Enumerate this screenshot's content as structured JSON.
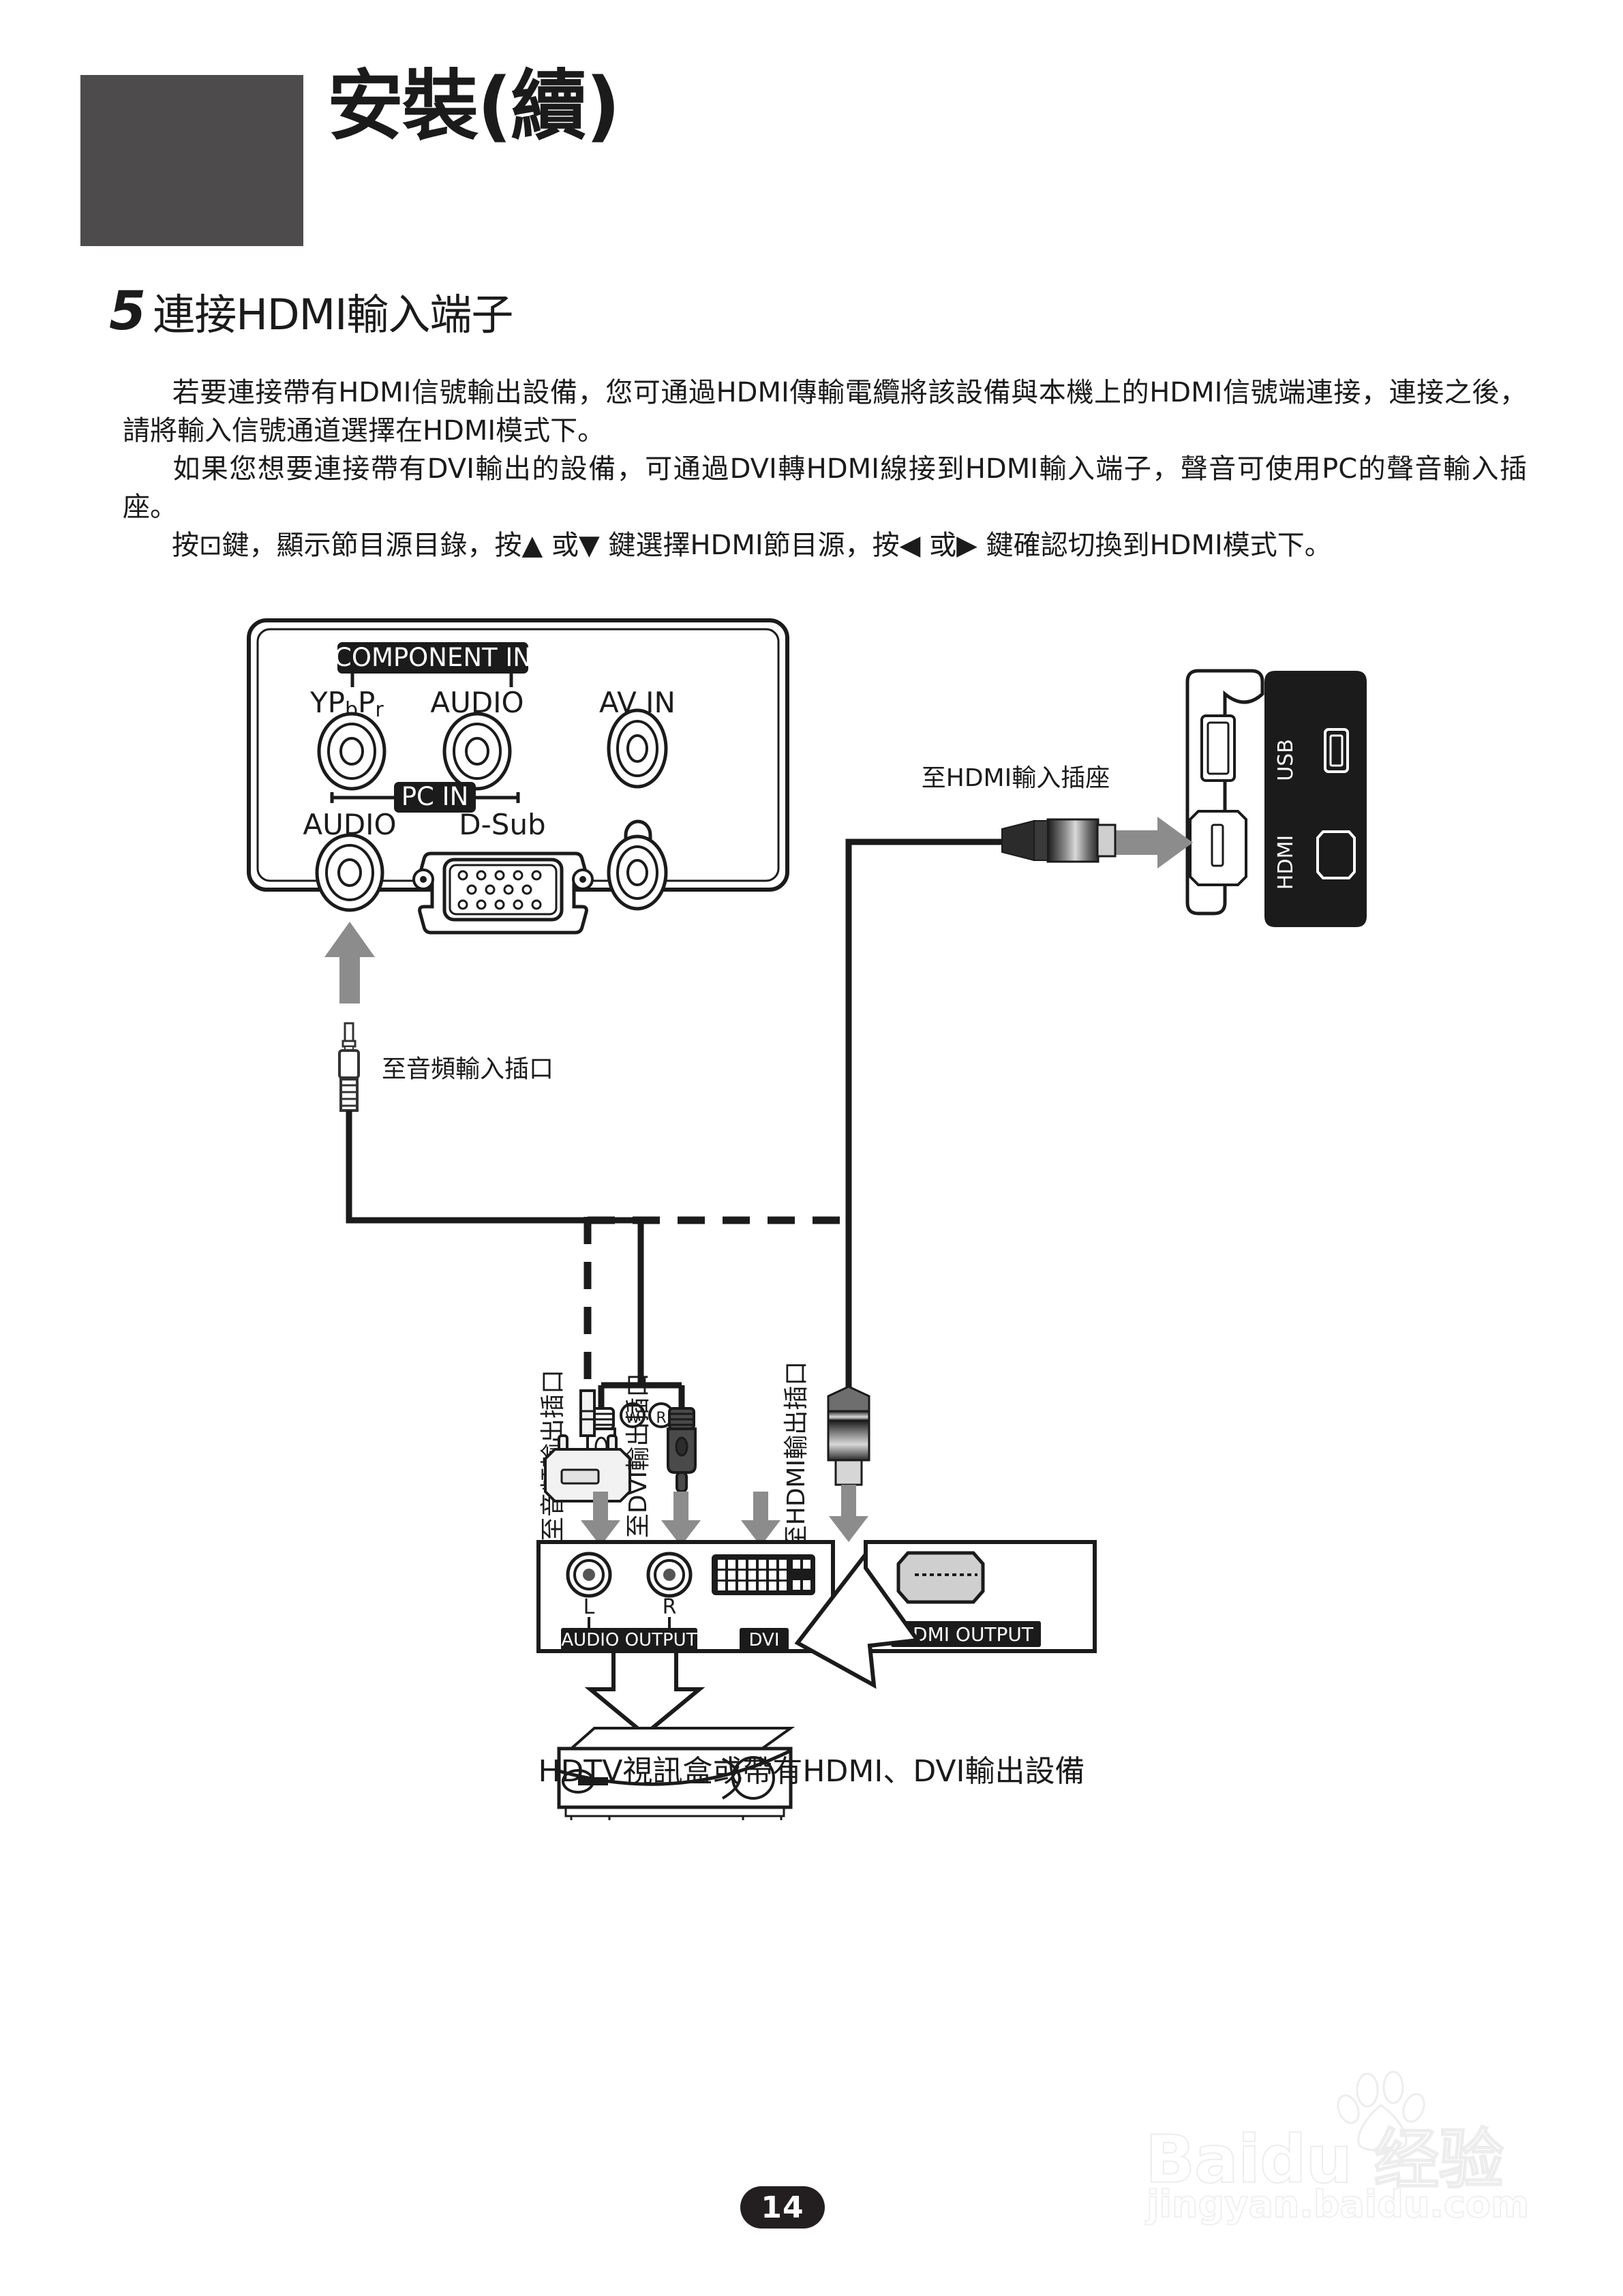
{
  "header": {
    "title": "安裝(續)",
    "block_color": "#4d4b4c"
  },
  "section": {
    "number": "5",
    "title": "連接HDMI輸入端子"
  },
  "body": {
    "paragraph1": "若要連接帶有HDMI信號輸出設備，您可通過HDMI傳輸電纜將該設備與本機上的HDMI信號端連接，連接之後，請將輸入信號通道選擇在HDMI模式下。",
    "paragraph2": "如果您想要連接帶有DVI輸出的設備，可通過DVI轉HDMI線接到HDMI輸入端子，聲音可使用PC的聲音輸入插座。",
    "paragraph3": "按⊡鍵，顯示節目源目錄，按▲ 或▼ 鍵選擇HDMI節目源，按◀ 或▶ 鍵確認切換到HDMI模式下。"
  },
  "diagram": {
    "tv_panel": {
      "component_in_label": "COMPONENT IN",
      "ypbpr_label": "YP",
      "ypbpr_sub_b": "b",
      "ypbpr_p": "P",
      "ypbpr_sub_r": "r",
      "audio_label": "AUDIO",
      "av_in_label": "AV IN",
      "pc_in_label": "PC IN",
      "pc_audio_label": "AUDIO",
      "dsub_label": "D-Sub"
    },
    "side_panel": {
      "usb_label": "USB",
      "hdmi_label": "HDMI",
      "hdmi_input_caption": "至HDMI輸入插座"
    },
    "callouts": {
      "audio_in_jack": "至音頻輸入插口",
      "audio_out_jack": "至音頻輸出插口",
      "dvi_out_jack": "至DVI輸出插口",
      "hdmi_out_jack": "至HDMI輸出插口"
    },
    "source_device": {
      "audio_output_label": "AUDIO OUTPUT",
      "audio_left": "L",
      "audio_right": "R",
      "dvi_label": "DVI",
      "hdmi_output_label": "HDMI OUTPUT",
      "plug_white": "W",
      "plug_red": "R",
      "caption": "HDTV視訊盒或帶有HDMI、DVI輸出設備"
    }
  },
  "footer": {
    "page_number": "14"
  },
  "watermark": {
    "main": "Baidu 经验",
    "sub": "jingyan.baidu.com"
  }
}
